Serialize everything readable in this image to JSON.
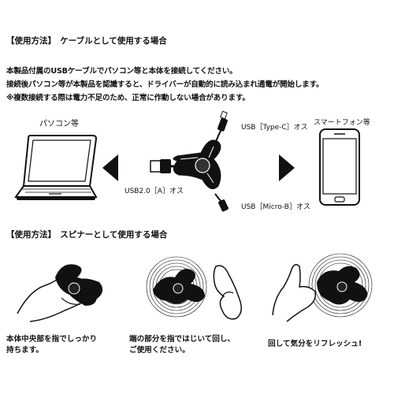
{
  "section1": {
    "heading": "【使用方法】　ケーブルとして使用する場合",
    "lines": [
      "本製品付属のUSBケーブルでパソコン等と本体を接続してください。",
      "接続後パソコン等が本製品を認識すると、ドライバーが自動的に読み込まれ通電が開始します。",
      "※複数接続する際は電力不足のため、正常に作動しない場合があります。"
    ],
    "labels": {
      "pc": "パソコン等",
      "smartphone": "スマートフォン等",
      "usb_c": "USB［Type-C］オス",
      "usb_a": "USB2.0［A］オス",
      "micro_b": "USB［Micro-B］オス"
    }
  },
  "section2": {
    "heading": "【使用方法】　スピナーとして使用する場合",
    "captions": [
      {
        "line1": "本体中央部を指でしっかり",
        "line2": "持ちます。"
      },
      {
        "line1": "端の部分を指ではじいて回し、",
        "line2": "ご使用ください。"
      },
      {
        "line1": "回して気分をリフレッシュ!",
        "line2": ""
      }
    ]
  }
}
